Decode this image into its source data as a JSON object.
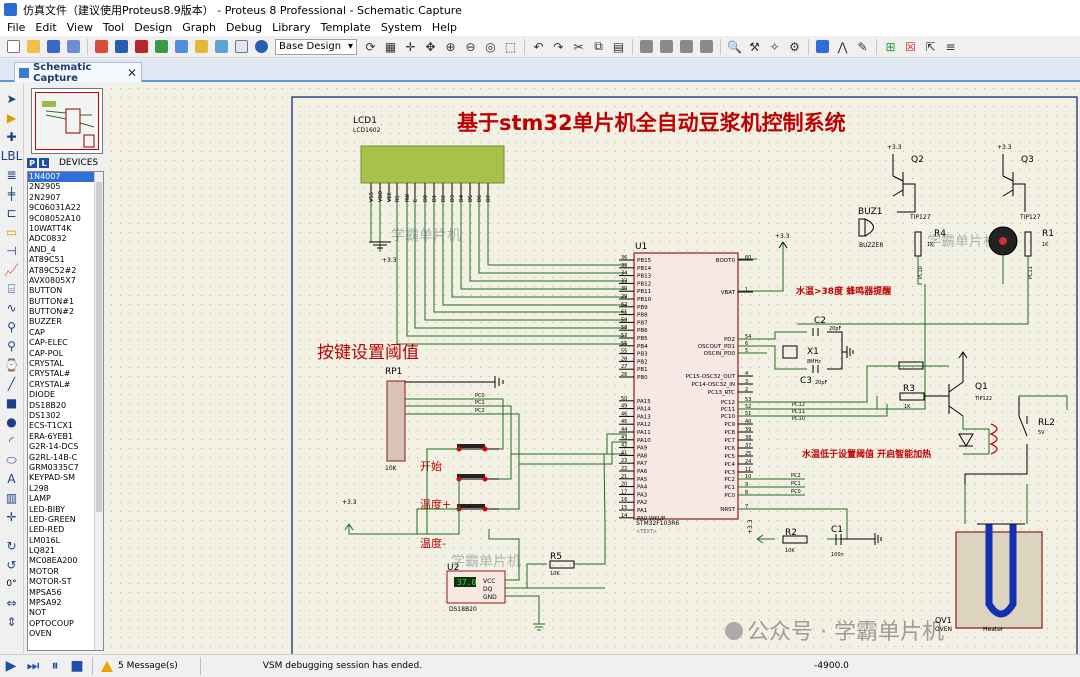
{
  "window": {
    "title": "仿真文件（建议使用Proteus8.9版本） - Proteus 8 Professional - Schematic Capture"
  },
  "menu": [
    "File",
    "Edit",
    "View",
    "Tool",
    "Design",
    "Graph",
    "Debug",
    "Library",
    "Template",
    "System",
    "Help"
  ],
  "toolbar": {
    "layer_select": "Base Design"
  },
  "tab": {
    "label": "Schematic Capture",
    "close": "✕"
  },
  "devices": {
    "p_btn": "P",
    "l_btn": "L",
    "title": "DEVICES",
    "items": [
      "1N4007",
      "2N2905",
      "2N2907",
      "9C06031A22",
      "9C08052A10",
      "10WATT4K",
      "ADC0832",
      "AND_4",
      "AT89C51",
      "AT89C52#2",
      "AVX0805X7",
      "BUTTON",
      "BUTTON#1",
      "BUTTON#2",
      "BUZZER",
      "CAP",
      "CAP-ELEC",
      "CAP-POL",
      "CRYSTAL",
      "CRYSTAL#",
      "CRYSTAL#",
      "DIODE",
      "DS18B20",
      "DS1302",
      "ECS-T1CX1",
      "ERA-6YEB1",
      "G2R-14-DCS",
      "G2RL-14B-C",
      "GRM0335C7",
      "KEYPAD-SM",
      "L298",
      "LAMP",
      "LED-BIBY",
      "LED-GREEN",
      "LED-RED",
      "LM016L",
      "LQ821",
      "MC08EA200",
      "MOTOR",
      "MOTOR-ST",
      "MPSA56",
      "MPSA92",
      "NOT",
      "OPTOCOUP",
      "OVEN"
    ],
    "selected_index": 0
  },
  "left_tools": {
    "rotate_value": "0°"
  },
  "schematic": {
    "title": "基于stm32单片机全自动豆浆机控制系统",
    "label_key": "按键设置阈值",
    "note_buzzer": "水温>38度  蜂鸣器提醒",
    "note_heater": "水温低于设置阈值  开启智能加热",
    "btn_start": "开始",
    "btn_temp_up": "温度+",
    "btn_temp_down": "温度-",
    "watermark": "学霸单片机",
    "watermark_footer": "公众号 · 学霸单片机",
    "lcd_ref": "LCD1",
    "lcd_part": "LCD1602",
    "lcd_pins": [
      "VSS",
      "VDD",
      "VEE",
      "RS",
      "RW",
      "E",
      "D0",
      "D1",
      "D2",
      "D3",
      "D4",
      "D5",
      "D6",
      "D7"
    ],
    "mcu_ref": "U1",
    "mcu_part": "STM32F103R6",
    "mcu_left_pins": [
      "PB15",
      "PB14",
      "PB13",
      "PB12",
      "PB11",
      "PB10",
      "PB9",
      "PB8",
      "PB7",
      "PB6",
      "PB5",
      "PB4",
      "PB3",
      "PB2",
      "PB1",
      "PB0",
      "PA15",
      "PA14",
      "PA13",
      "PA12",
      "PA11",
      "PA10",
      "PA9",
      "PA8",
      "PA7",
      "PA6",
      "PA5",
      "PA4",
      "PA3",
      "PA2",
      "PA1",
      "PA0-WKUP"
    ],
    "mcu_left_nums": [
      "36",
      "35",
      "34",
      "33",
      "30",
      "29",
      "62",
      "61",
      "59",
      "58",
      "57",
      "56",
      "55",
      "28",
      "27",
      "26",
      "50",
      "49",
      "46",
      "45",
      "44",
      "43",
      "42",
      "41",
      "23",
      "22",
      "21",
      "20",
      "17",
      "16",
      "15",
      "14"
    ],
    "mcu_right_pins": [
      "BOOT0",
      "VBAT",
      "PD2",
      "OSCOUT_PD1",
      "OSCIN_PD0",
      "PC15-OSC32_OUT",
      "PC14-OSC32_IN",
      "PC13_RTC",
      "PC12",
      "PC11",
      "PC10",
      "PC9",
      "PC8",
      "PC7",
      "PC6",
      "PC5",
      "PC4",
      "PC3",
      "PC2",
      "PC1",
      "PC0",
      "NRST"
    ],
    "mcu_right_nums": [
      "60",
      "1",
      "54",
      "6",
      "5",
      "4",
      "3",
      "2",
      "53",
      "52",
      "51",
      "40",
      "39",
      "38",
      "37",
      "25",
      "24",
      "11",
      "10",
      "9",
      "8",
      "7"
    ],
    "vcc": "+3.3",
    "q2": "Q2",
    "q3": "Q3",
    "q1": "Q1",
    "tip127": "TIP127",
    "tip122": "TIP122",
    "buz_ref": "BUZ1",
    "buz_part": "BUZZER",
    "r4": "R4",
    "r1": "R1",
    "r3": "R3",
    "r2": "R2",
    "r5": "R5",
    "r_1k": "1K",
    "r_10k": "10K",
    "c1": "C1",
    "c2": "C2",
    "c3": "C3",
    "c_20pf": "20pF",
    "c_100n": "100n",
    "x1": "X1",
    "x1_val": "8MHz",
    "rl2": "RL2",
    "rl2_val": "5V",
    "rp1": "RP1",
    "rp1_val": "10K",
    "u2": "U2",
    "u2_part": "DS18B20",
    "u2_temp": "37.0",
    "u2_pins": [
      "VCC",
      "DQ",
      "GND"
    ],
    "rp1_taps": [
      "PC0",
      "PC1",
      "PC2"
    ],
    "net_pc": [
      "PC12",
      "PC11",
      "PC10",
      "PC2",
      "PC1",
      "PC0"
    ],
    "pc10_net": "PC10",
    "pc11_net": "PC11",
    "oven_ref": "OV1",
    "oven_part": "OVEN",
    "heater": "Heater",
    "text_tag": "<TEXT>"
  },
  "status": {
    "messages": "5 Message(s)",
    "info": "VSM debugging session has ended.",
    "coord": "-4900.0"
  }
}
